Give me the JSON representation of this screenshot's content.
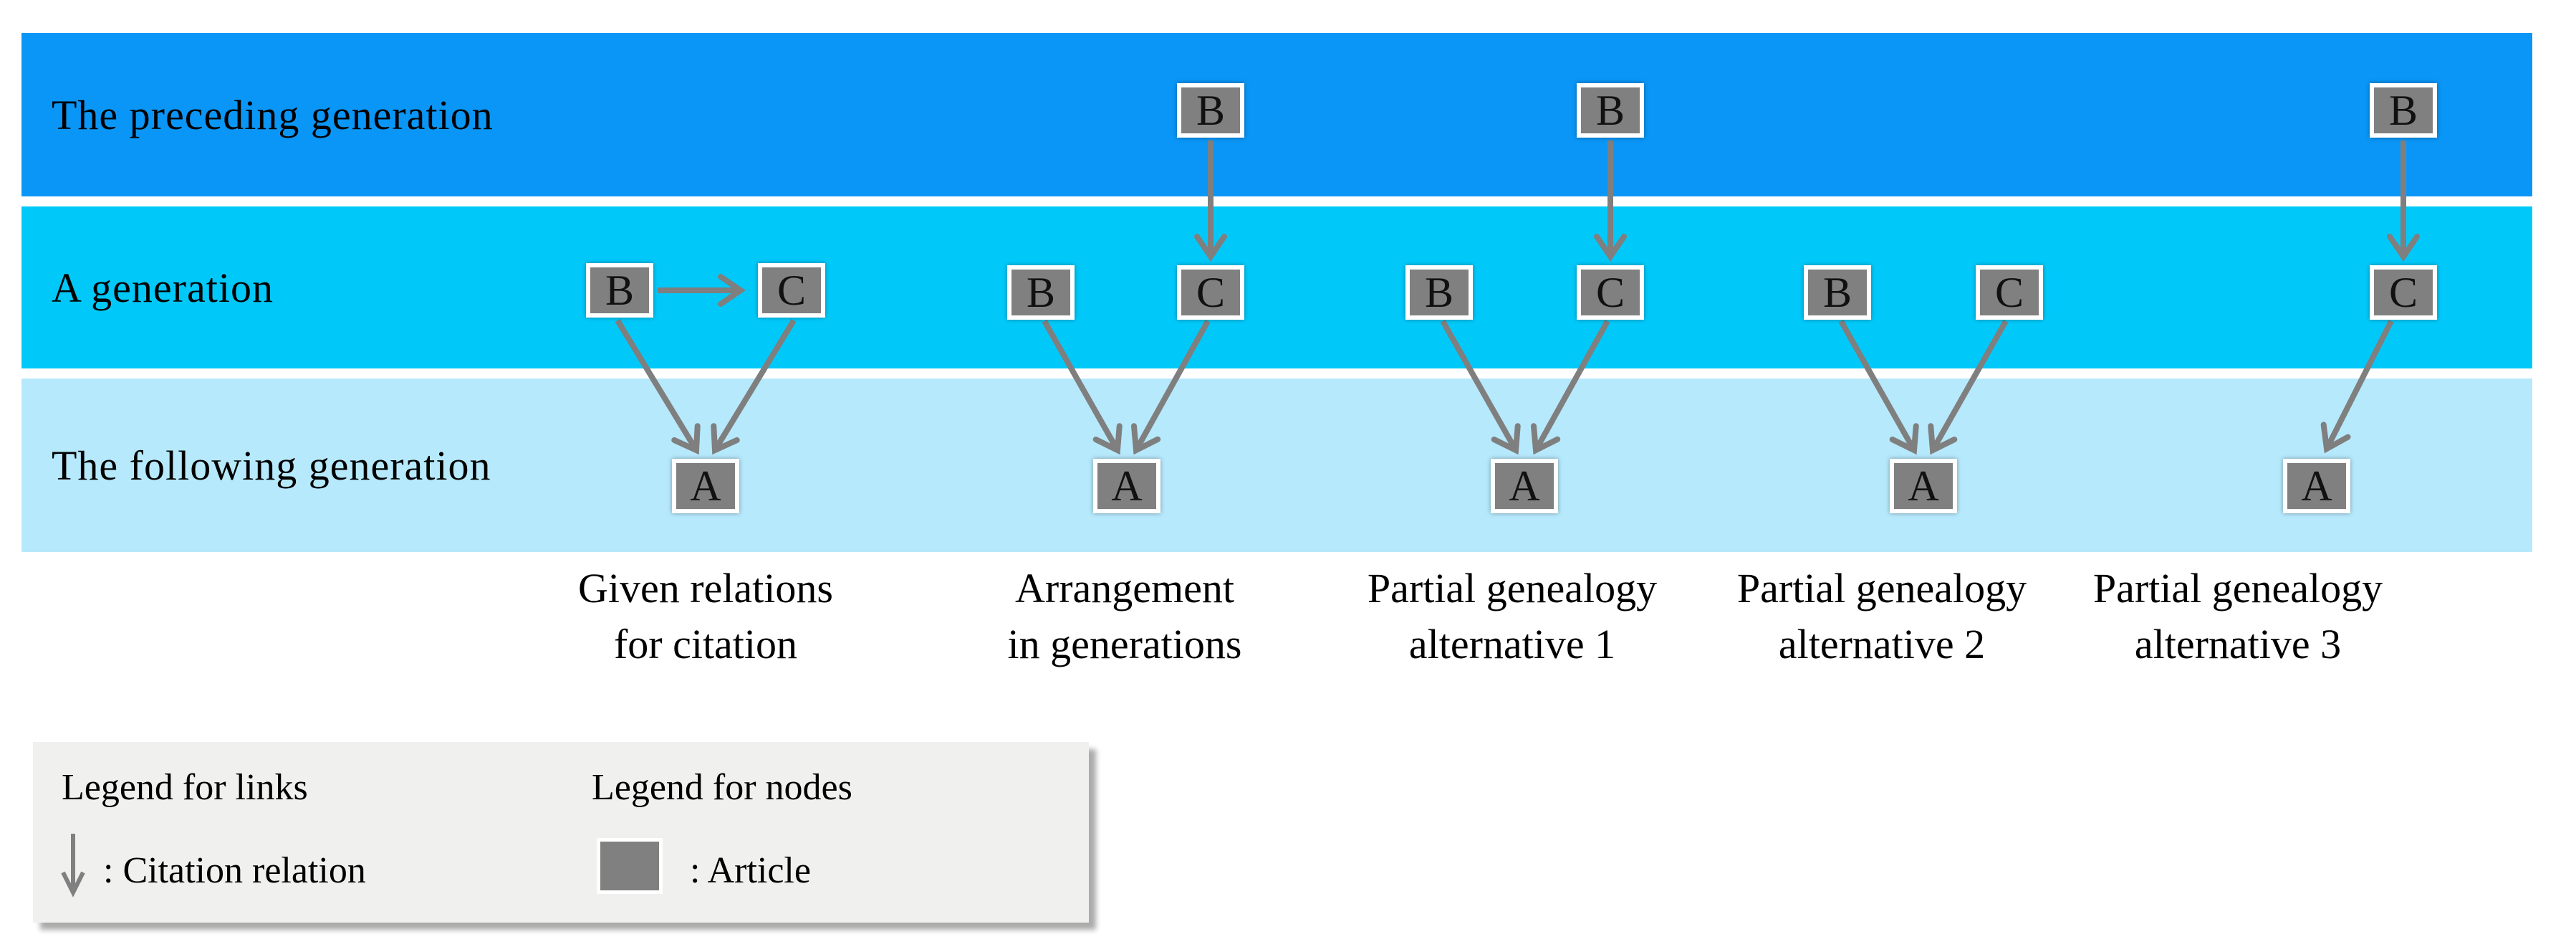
{
  "figure": {
    "bands": [
      {
        "label": "The preceding generation",
        "color": "#0A96F6"
      },
      {
        "label": "A generation",
        "color": "#00C9FA"
      },
      {
        "label": "The following generation",
        "color": "#B6E9FC"
      }
    ],
    "columns": [
      {
        "caption": [
          "Given relations",
          "for citation"
        ],
        "nodes": [
          {
            "label": "B"
          },
          {
            "label": "C"
          },
          {
            "label": "A"
          }
        ],
        "edges": [
          "B→C",
          "B→A",
          "C→A"
        ]
      },
      {
        "caption": [
          "Arrangement",
          "in generations"
        ],
        "nodes": [
          {
            "label": "B"
          },
          {
            "label": "B"
          },
          {
            "label": "C"
          },
          {
            "label": "A"
          }
        ],
        "edges": [
          "B(preceding)→C",
          "B→A",
          "C→A"
        ]
      },
      {
        "caption": [
          "Partial genealogy",
          "alternative 1"
        ],
        "nodes": [
          {
            "label": "B"
          },
          {
            "label": "B"
          },
          {
            "label": "C"
          },
          {
            "label": "A"
          }
        ],
        "edges": [
          "B(preceding)→C",
          "B→A",
          "C→A"
        ]
      },
      {
        "caption": [
          "Partial genealogy",
          "alternative 2"
        ],
        "nodes": [
          {
            "label": "B"
          },
          {
            "label": "C"
          },
          {
            "label": "A"
          }
        ],
        "edges": [
          "B→A",
          "C→A"
        ]
      },
      {
        "caption": [
          "Partial genealogy",
          "alternative 3"
        ],
        "nodes": [
          {
            "label": "B"
          },
          {
            "label": "C"
          },
          {
            "label": "A"
          }
        ],
        "edges": [
          "B(preceding)→C",
          "C→A"
        ]
      }
    ],
    "legend": {
      "links_heading": "Legend for links",
      "nodes_heading": "Legend for nodes",
      "link_item": ": Citation relation",
      "node_item": ": Article"
    },
    "colors": {
      "preceding_band": "#0A96F6",
      "generation_band": "#00C9FA",
      "following_band": "#B6E9FC",
      "node_fill": "#808080",
      "node_border": "#FFFFFF",
      "arrow": "#7F7F7F",
      "legend_background": "#F0F0EE",
      "text": "#000000"
    }
  }
}
